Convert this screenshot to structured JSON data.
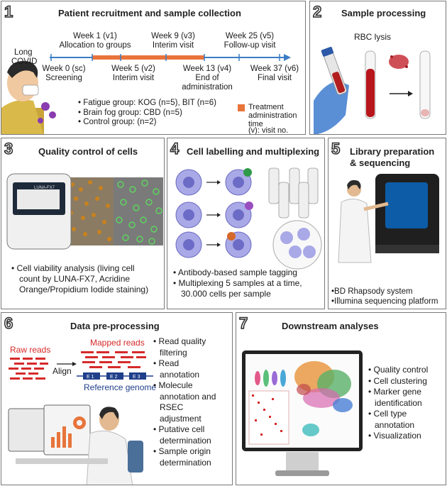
{
  "panel1": {
    "num": "1",
    "title": "Patient recruitment and sample collection",
    "long_covid_line1": "Long",
    "long_covid_line2": "COVID",
    "timeline_top": [
      {
        "line1": "Week 1 (v1)",
        "line2": "Allocation to groups"
      },
      {
        "line1": "Week 9 (v3)",
        "line2": "Interim visit"
      },
      {
        "line1": "Week 25 (v5)",
        "line2": "Follow-up visit"
      }
    ],
    "timeline_bottom": [
      {
        "line1": "Week 0 (sc)",
        "line2": "Screening",
        "line3": ""
      },
      {
        "line1": "Week 5 (v2)",
        "line2": "Interim visit",
        "line3": ""
      },
      {
        "line1": "Week 13 (v4)",
        "line2": "End of",
        "line3": "administration"
      },
      {
        "line1": "Week 37 (v6)",
        "line2": "Final visit",
        "line3": ""
      }
    ],
    "groups": [
      "• Fatigue group: KOG (n=5), BIT (n=6)",
      "• Brain fog group: CBD (n=5)",
      "• Control group: (n=2)"
    ],
    "legend_line1": "Treatment",
    "legend_line2": "administration",
    "legend_line3": "time",
    "legend_line4": "(v): visit no.",
    "legend_color": "#e8743b"
  },
  "panel2": {
    "num": "2",
    "title": "Sample processing",
    "subtitle": "RBC lysis"
  },
  "panel3": {
    "num": "3",
    "title": "Quality control of cells",
    "device_label": "LUNA-FX7",
    "bullet_line1": "• Cell viability analysis (living cell",
    "bullet_line2": "count by LUNA-FX7, Acridine",
    "bullet_line3": "Orange/Propidium Iodide staining)"
  },
  "panel4": {
    "num": "4",
    "title": "Cell labelling and multiplexing",
    "bullet1": "• Antibody-based sample tagging",
    "bullet2_line1": "• Multiplexing 5 samples at a time,",
    "bullet2_line2": "  30.000 cells per sample"
  },
  "panel5": {
    "num": "5",
    "title_line1": "Library preparation",
    "title_line2": "& sequencing",
    "bullet1": "•BD Rhapsody system",
    "bullet2": "•Illumina sequencing platform"
  },
  "panel6": {
    "num": "6",
    "title": "Data pre-processing",
    "raw_reads": "Raw reads",
    "align": "Align",
    "mapped_reads": "Mapped reads",
    "exon1": "E 1",
    "exon2": "E 2",
    "exon3": "E 3",
    "reference_genome": "Reference genome",
    "steps": [
      {
        "l1": "• Read quality",
        "l2": "  filtering"
      },
      {
        "l1": "• Read",
        "l2": "  annotation"
      },
      {
        "l1": "• Molecule",
        "l2": "  annotation and",
        "l3": "  RSEC",
        "l4": "  adjustment"
      },
      {
        "l1": "• Putative cell",
        "l2": "  determination"
      },
      {
        "l1": "• Sample origin",
        "l2": "  determination"
      }
    ]
  },
  "panel7": {
    "num": "7",
    "title": "Downstream analyses",
    "items": [
      "• Quality control",
      "• Cell clustering",
      "• Marker gene",
      "  identification",
      "• Cell type",
      "  annotation",
      "• Visualization"
    ]
  },
  "colors": {
    "timeline": "#3b7dc4",
    "read_red": "#d62a2a",
    "genome_blue": "#1f3f8a"
  }
}
